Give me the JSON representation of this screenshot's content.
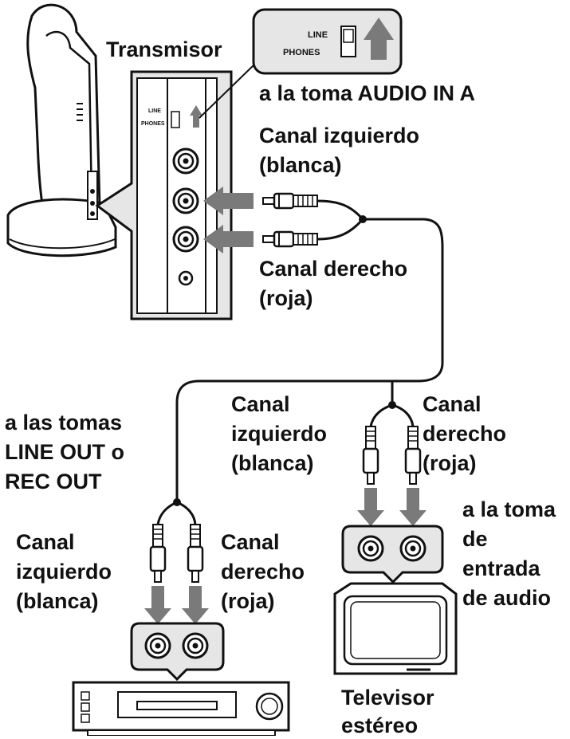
{
  "transmitter": {
    "title": "Transmisor",
    "switch_line": "LINE",
    "switch_phones": "PHONES",
    "target_jack": "a la toma AUDIO IN A",
    "left_channel": [
      "Canal izquierdo",
      "(blanca)"
    ],
    "right_channel": [
      "Canal derecho",
      "(roja)"
    ]
  },
  "vcr_side": {
    "target": [
      "a las tomas",
      "LINE OUT o",
      "REC OUT"
    ],
    "left_channel": [
      "Canal",
      "izquierdo",
      "(blanca)"
    ],
    "right_channel": [
      "Canal",
      "derecho",
      "(roja)"
    ]
  },
  "tv_side": {
    "left_channel": [
      "Canal",
      "izquierdo",
      "(blanca)"
    ],
    "right_channel": [
      "Canal",
      "derecho",
      "(roja)"
    ],
    "target": [
      "a la toma",
      "de",
      "entrada",
      "de audio"
    ],
    "device": [
      "Televisor",
      "estéreo"
    ]
  },
  "colors": {
    "ink": "#111111",
    "arrow": "#7a7a7a",
    "panel": "#e6e6e6"
  }
}
